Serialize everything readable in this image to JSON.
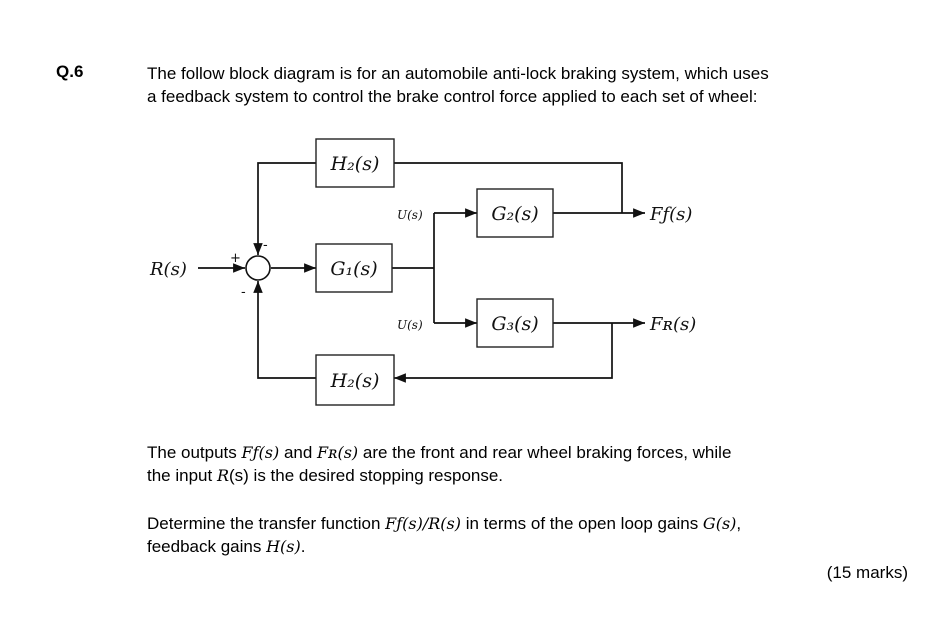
{
  "question_number": "Q.6",
  "intro_line1": "The follow block diagram is for an automobile anti-lock braking system, which uses",
  "intro_line2": "a feedback system to control the brake control force applied to each set of wheel:",
  "diagram": {
    "blocks": {
      "h2_top": "H₂(s)",
      "g1": "G₁(s)",
      "g2": "G₂(s)",
      "g3": "G₃(s)",
      "h2_bottom": "H₂(s)"
    },
    "input": "R(s)",
    "output_front": "Fƒ(s)",
    "output_rear": "Fʀ(s)",
    "u_top": "U(s)",
    "u_bottom": "U(s)",
    "sign_plus": "+",
    "sign_minus_top": "-",
    "sign_minus_bottom": "-"
  },
  "p2": {
    "t1": "The outputs ",
    "m1": "Fƒ(s)",
    "t2": " and ",
    "m2": "Fʀ(s)",
    "t3": " are the front and rear wheel braking forces, while",
    "t4": "the input ",
    "m3": "R",
    "t5": "(s) is the desired stopping response."
  },
  "p3": {
    "t1": "Determine the transfer function ",
    "m1": "Fƒ(s)/R(s)",
    "t2": " in terms of the open loop gains ",
    "m2": "G(s)",
    "t3": ",",
    "t4": "feedback gains ",
    "m3": "H(s)",
    "t5": "."
  },
  "marks": "(15 marks)"
}
